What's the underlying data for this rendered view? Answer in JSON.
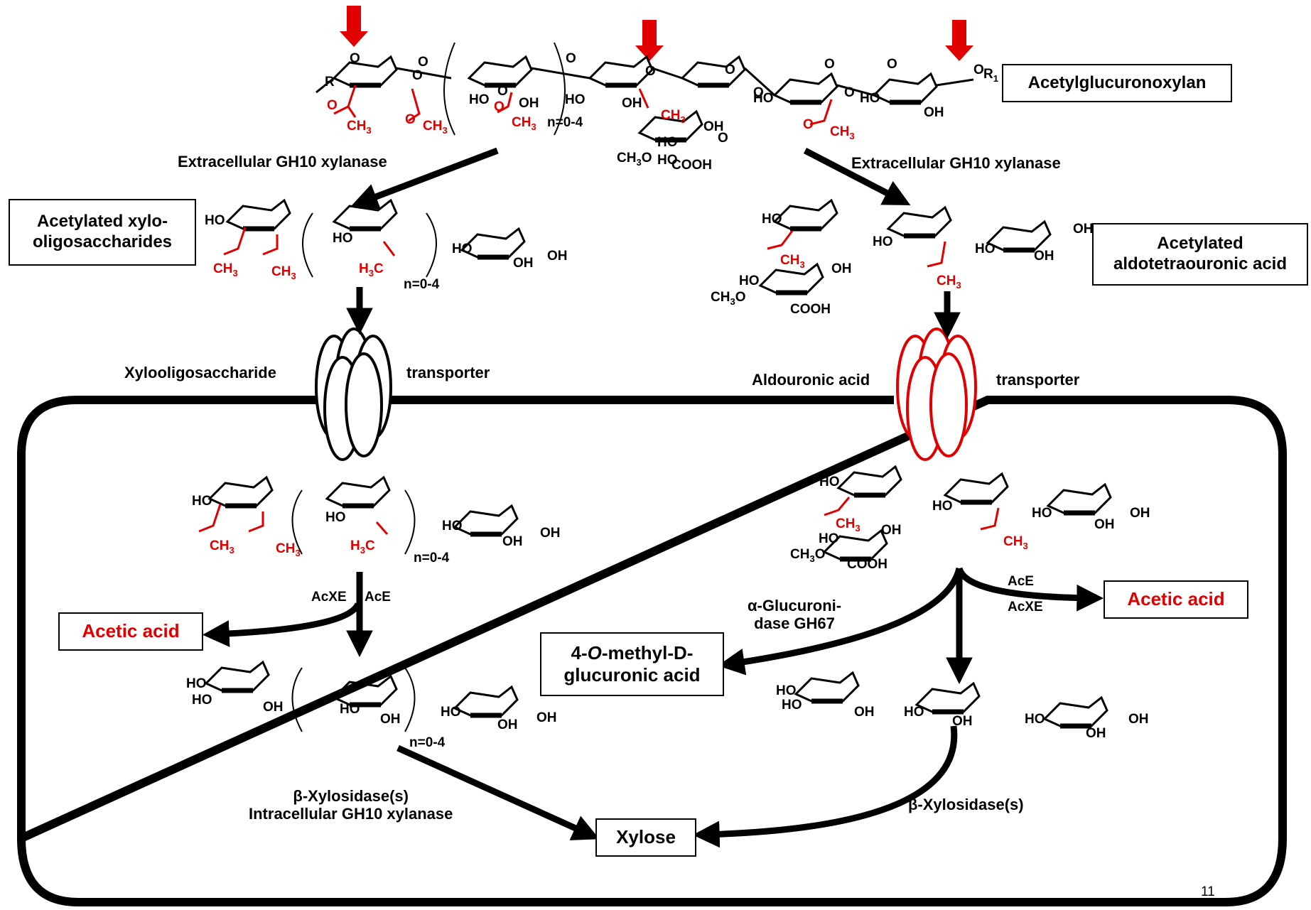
{
  "colors": {
    "accent_red": "#e00000",
    "ink": "#000000"
  },
  "top": {
    "polymer_box": "Acetylglucuronoxylan",
    "enzyme_left": "Extracellular GH10 xylanase",
    "enzyme_right": "Extracellular GH10 xylanase",
    "repeat_label": "n=0-4"
  },
  "chem_labels": {
    "R": "R",
    "R1": "R",
    "R1_sub": "1",
    "HO": "HO",
    "OH": "OH",
    "O": "O",
    "COOH": "COOH",
    "CH3O": "CH",
    "CH3O_sub": "3",
    "CH3O_tail": "O",
    "CH": "CH",
    "CH_sub": "3",
    "H3C": "H",
    "H3C_sub": "3",
    "H3C_tail": "C"
  },
  "left_branch": {
    "product_box": "Acetylated xylo-\noligosaccharides",
    "transporter_left": "Xylooligosaccharide",
    "transporter_right": "transporter",
    "enzyme_acxe": "AcXE",
    "enzyme_ace": "AcE",
    "acetic_acid": "Acetic acid",
    "repeat_label": "n=0-4",
    "xylosidase_line1": "β-Xylosidase(s)",
    "xylosidase_line2": "Intracellular GH10 xylanase"
  },
  "right_branch": {
    "product_box": "Acetylated\naldotetraouronic acid",
    "transporter_left": "Aldouronic acid",
    "transporter_right": "transporter",
    "enzyme_ace": "AcE",
    "enzyme_acxe": "AcXE",
    "acetic_acid": "Acetic acid",
    "glucuronidase_line1": "α-Glucuroni-",
    "glucuronidase_line2": "dase GH67",
    "methyl_box_pre": "4-",
    "methyl_box_italic": "O",
    "methyl_box_post": "-methyl-D-",
    "methyl_box_line2": "glucuronic acid",
    "xylosidase": "β-Xylosidase(s)"
  },
  "xylose_box": "Xylose",
  "page_number": "11"
}
